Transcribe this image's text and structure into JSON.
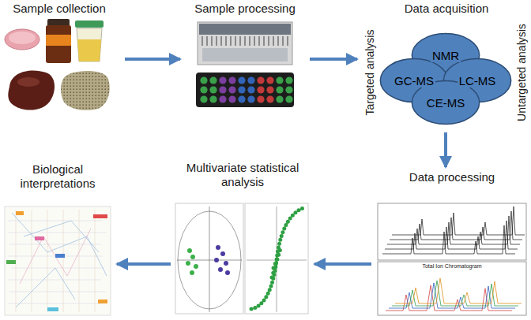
{
  "diagram": {
    "nodes": [
      {
        "text": [
          "Sample collection"
        ]
      },
      {
        "text": [
          "Sample processing"
        ]
      },
      {
        "text": [
          "Data acquisition"
        ]
      },
      {
        "text": [
          "NMR"
        ],
        "in": 2
      },
      {
        "text": [
          "GC-MS"
        ],
        "in": 2
      },
      {
        "text": [
          "LC-MS"
        ],
        "in": 2
      },
      {
        "text": [
          "CE-MS"
        ],
        "in": 2
      },
      {
        "text": [
          "Data processing"
        ]
      },
      {
        "text": [
          "Multivariate statistical analysis"
        ]
      },
      {
        "text": [
          "Biological interpretations"
        ]
      }
    ],
    "edges": [
      {
        "from": 0,
        "to": 1,
        "arrow": "to"
      },
      {
        "from": 1,
        "to": 2,
        "arrow": "to"
      },
      {
        "from": 2,
        "to": 7,
        "arrow": "to"
      },
      {
        "from": 7,
        "to": 8,
        "arrow": "to"
      },
      {
        "from": 8,
        "to": 9,
        "arrow": "to"
      }
    ],
    "labels": [
      "Targeted analysis",
      "Untargeted analysis",
      "Total Ion Chromatogram"
    ]
  }
}
